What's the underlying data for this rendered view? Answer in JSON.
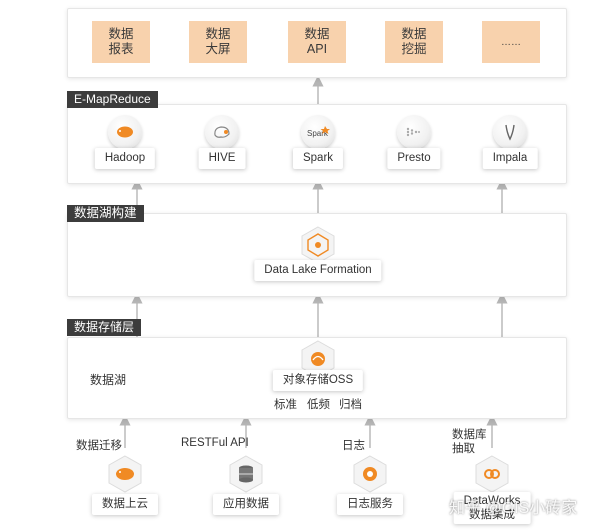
{
  "apps": [
    {
      "line1": "数据",
      "line2": "报表"
    },
    {
      "line1": "数据",
      "line2": "大屏"
    },
    {
      "line1": "数据",
      "line2": "API"
    },
    {
      "line1": "数据",
      "line2": "挖掘"
    },
    {
      "line1": "……",
      "line2": ""
    }
  ],
  "emr": {
    "tag": "E-MapReduce",
    "engines": [
      {
        "label": "Hadoop",
        "icon": "hadoop-icon"
      },
      {
        "label": "HIVE",
        "icon": "hive-icon"
      },
      {
        "label": "Spark",
        "icon": "spark-icon"
      },
      {
        "label": "Presto",
        "icon": "presto-icon"
      },
      {
        "label": "Impala",
        "icon": "impala-icon"
      }
    ]
  },
  "lake_build": {
    "tag": "数据湖构建",
    "service": "Data Lake Formation"
  },
  "storage": {
    "tag": "数据存储层",
    "lake_label": "数据湖",
    "service": "对象存储OSS",
    "tiers": [
      "标准",
      "低频",
      "归档"
    ]
  },
  "sources": [
    {
      "edge_label": "数据迁移",
      "node": "数据上云",
      "icon": "hadoop-elephant-icon"
    },
    {
      "edge_label": "RESTFul API",
      "node": "应用数据",
      "icon": "database-icon"
    },
    {
      "edge_label": "日志",
      "node": "日志服务",
      "icon": "log-service-icon"
    },
    {
      "edge_label": "数据库\n抽取",
      "node": "DataWorks\n数据集成",
      "icon": "dataworks-icon"
    }
  ],
  "watermark": "知乎 @GIS小砖家",
  "colors": {
    "accent": "#f08a24",
    "box_fill": "#f8d2ad",
    "tag_bg": "#3c3c3c"
  }
}
